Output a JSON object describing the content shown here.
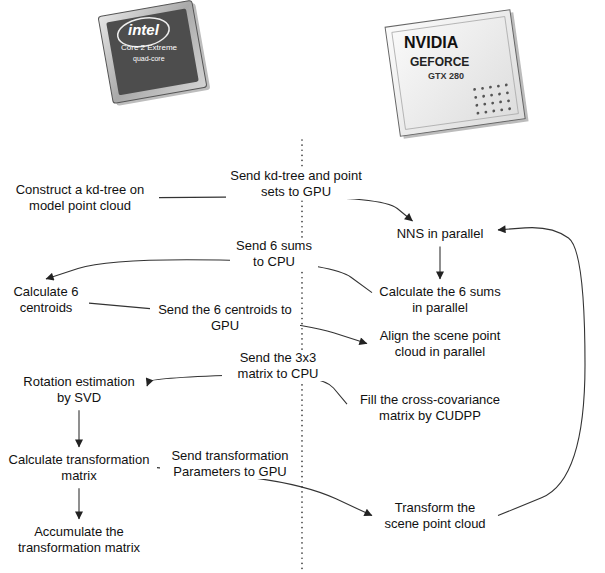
{
  "diagram": {
    "nodes": [
      {
        "text": [
          "Construct a kd-tree on model point cloud"
        ]
      },
      {
        "text": [
          "NNS in parallel"
        ]
      },
      {
        "text": [
          "Calculate 6 centroids"
        ]
      },
      {
        "text": [
          "Calculate the 6 sums in parallel"
        ]
      },
      {
        "text": [
          "Align the scene point cloud in parallel"
        ]
      },
      {
        "text": [
          "Rotation estimation by SVD"
        ]
      },
      {
        "text": [
          "Fill the cross-covariance matrix by CUDPP"
        ]
      },
      {
        "text": [
          "Calculate transformation matrix"
        ]
      },
      {
        "text": [
          "Transform the scene point cloud"
        ]
      },
      {
        "text": [
          "Accumulate the transformation matrix"
        ]
      }
    ],
    "edges": [
      {
        "from": 0,
        "to": 1,
        "label": "Send kd-tree and point sets to GPU",
        "arrow": "to"
      },
      {
        "from": 1,
        "to": 3,
        "arrow": "to"
      },
      {
        "from": 3,
        "to": 2,
        "label": "Send 6 sums to CPU",
        "arrow": "to"
      },
      {
        "from": 2,
        "to": 4,
        "label": "Send the 6 centroids to GPU",
        "arrow": "to"
      },
      {
        "from": 6,
        "to": 5,
        "label": "Send the 3x3 matrix to CPU",
        "arrow": "to"
      },
      {
        "from": 5,
        "to": 7,
        "arrow": "to"
      },
      {
        "from": 7,
        "to": 9,
        "arrow": "to"
      },
      {
        "from": 7,
        "to": 8,
        "label": "Send transformation Parameters to GPU",
        "arrow": "to"
      },
      {
        "from": 8,
        "to": 1,
        "arrow": "to"
      }
    ],
    "labels": [
      "intel",
      "Core 2 Extreme",
      "quad-core",
      "NVIDIA",
      "GEFORCE",
      "GTX 280"
    ]
  }
}
